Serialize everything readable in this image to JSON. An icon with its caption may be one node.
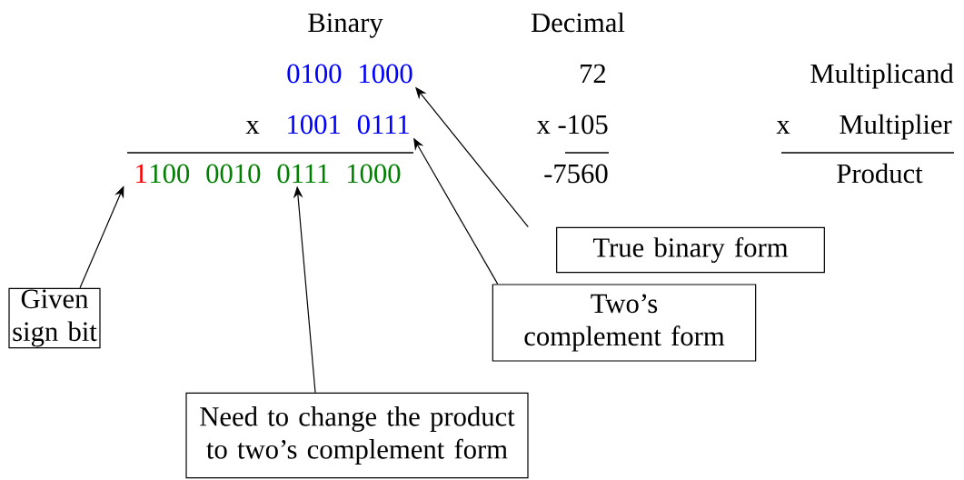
{
  "diagram": {
    "nodes": [
      {
        "text": [
          "0100 1000"
        ]
      },
      {
        "text": [
          "1001 0111"
        ]
      },
      {
        "text": [
          "1"
        ]
      },
      {
        "text": [
          "100 0010 0111 1000"
        ]
      },
      {
        "text": [
          "True binary form"
        ]
      },
      {
        "text": [
          "Two’s complement form"
        ]
      },
      {
        "text": [
          "Given sign bit"
        ]
      },
      {
        "text": [
          "Need to change the product to two’s complement form"
        ]
      }
    ],
    "edges": [
      {
        "from": 4,
        "to": 0,
        "arrow": "to"
      },
      {
        "from": 5,
        "to": 1,
        "arrow": "to"
      },
      {
        "from": 6,
        "to": 2,
        "arrow": "to"
      },
      {
        "from": 7,
        "to": 3,
        "arrow": "to"
      }
    ],
    "labels": [
      "Binary",
      "Decimal",
      "72",
      "Multiplicand",
      "x",
      "x -105",
      "x",
      "Multiplier",
      "-7560",
      "Product"
    ]
  }
}
